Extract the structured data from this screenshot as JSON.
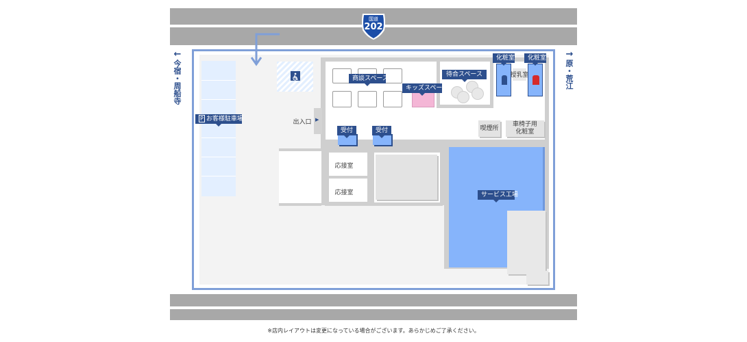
{
  "route": {
    "label": "国道",
    "number": "202"
  },
  "directions": {
    "left": {
      "arrow": "←",
      "text": "今宿・周船寺"
    },
    "right": {
      "arrow": "→",
      "text": "原・荒江"
    }
  },
  "labels": {
    "parking": "お客様駐車場",
    "parking_icon": "P",
    "shodan": "商談スペース",
    "kids": "キッズスペース",
    "waiting": "待合スペース",
    "toilet1": "化粧室",
    "toilet2": "化粧室",
    "nursing": "授乳室",
    "smoking": "喫煙所",
    "wheelchair_toilet_1": "車椅子用",
    "wheelchair_toilet_2": "化粧室",
    "entrance": "出入口",
    "reception1": "受付",
    "reception2": "受付",
    "reception_room1": "応接室",
    "reception_room2": "応接室",
    "service": "サービス工場"
  },
  "icons": {
    "accessible_parking": "wheelchair-icon",
    "toilet_male": "male-icon",
    "toilet_female": "female-icon",
    "entrance_arrow": "▶"
  },
  "colors": {
    "road": "#a8a8a8",
    "frame": "#7f9fd8",
    "tag": "#2d4f8d",
    "service": "#86b4fb",
    "kids": "#f4b6d6"
  },
  "footnote": "※店内レイアウトは変更になっている場合がございます。あらかじめご了承ください。"
}
